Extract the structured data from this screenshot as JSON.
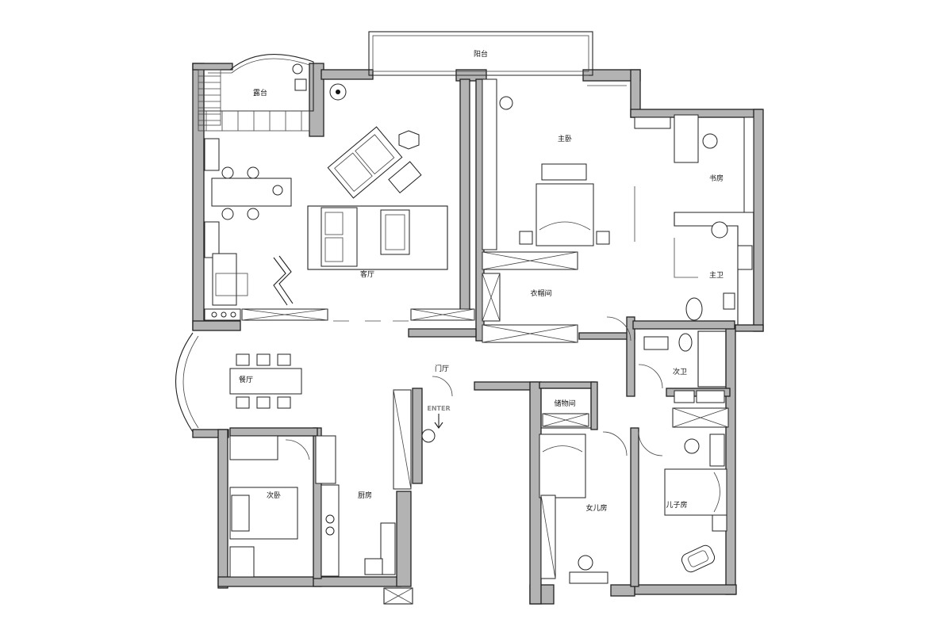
{
  "rooms": {
    "balcony_north": "阳台",
    "balcony_west": "露台",
    "living_room": "客厅",
    "dining_room": "餐厅",
    "master_bedroom": "主卧",
    "study": "书房",
    "master_bath": "主卫",
    "walk_in_closet": "衣帽间",
    "foyer": "门厅",
    "secondary_bath": "次卫",
    "storage_room": "储物间",
    "second_bedroom": "次卧",
    "kitchen": "厨房",
    "daughter_room": "女儿房",
    "son_room": "儿子房"
  },
  "entrance_label": "ENTER"
}
